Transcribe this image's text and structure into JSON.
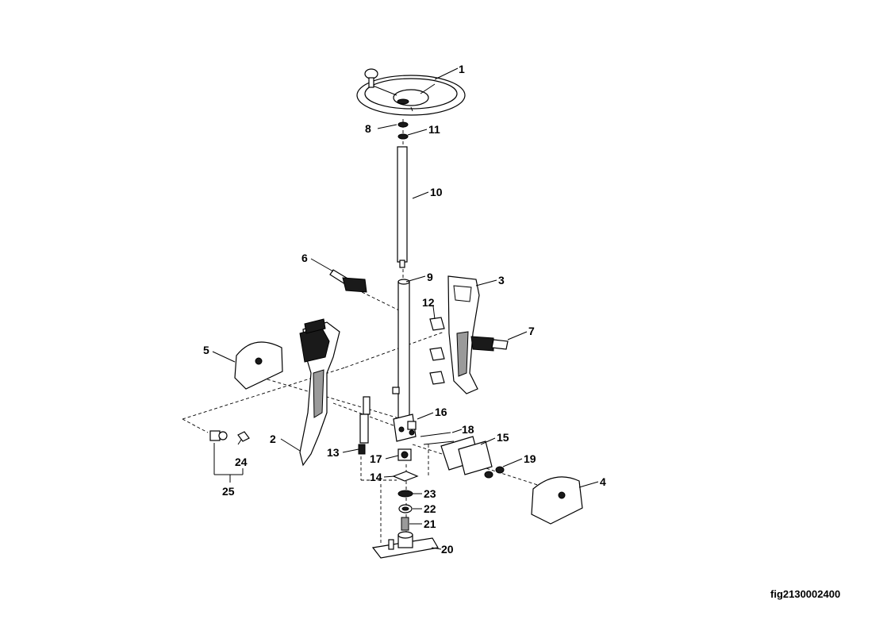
{
  "diagram": {
    "figure_id": "fig2130002400",
    "callouts": [
      "1",
      "2",
      "3",
      "4",
      "5",
      "6",
      "7",
      "8",
      "9",
      "10",
      "11",
      "12",
      "13",
      "14",
      "15",
      "16",
      "17",
      "18",
      "19",
      "20",
      "21",
      "22",
      "23",
      "24",
      "25"
    ]
  }
}
